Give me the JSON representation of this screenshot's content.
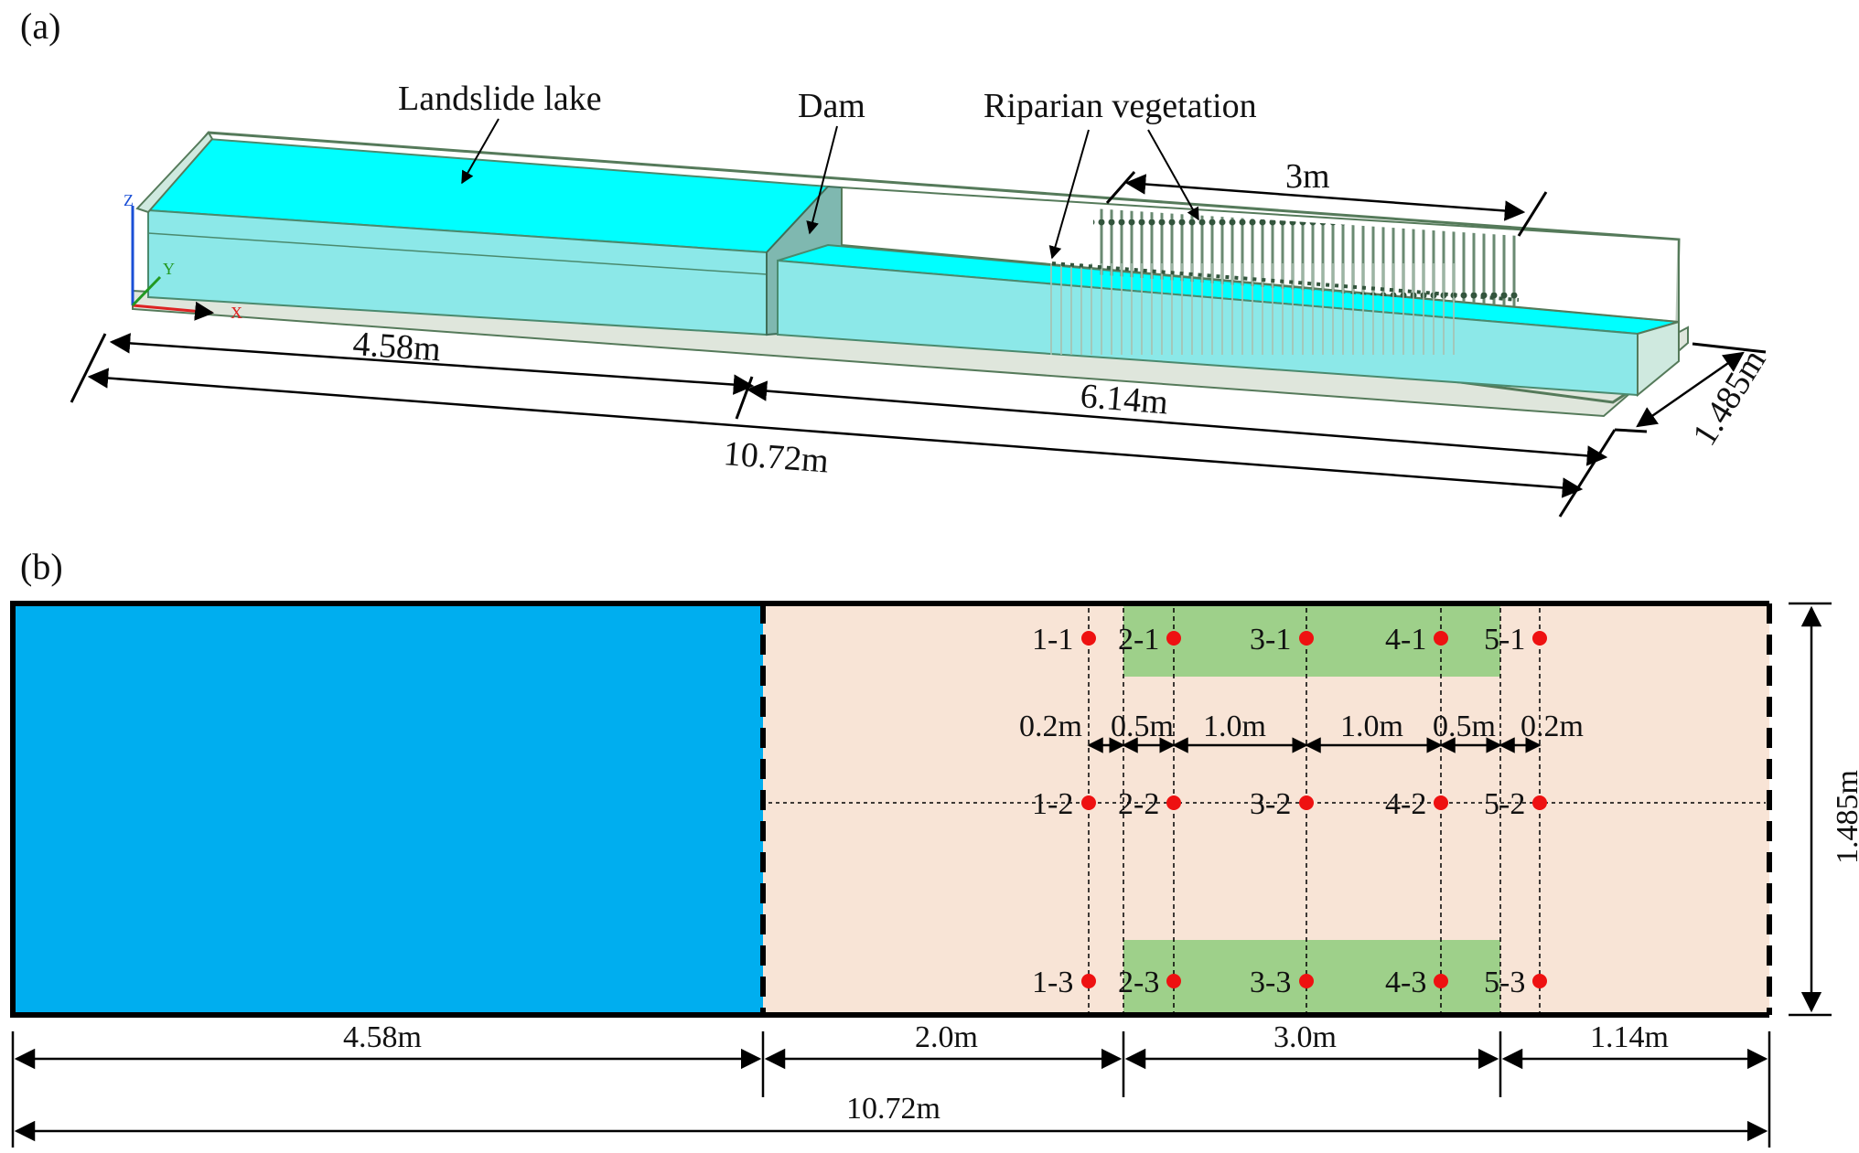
{
  "panel_a": {
    "tag": "(a)",
    "labels": {
      "lake": "Landslide lake",
      "dam": "Dam",
      "vegetation": "Riparian vegetation",
      "veg_length": "3m"
    },
    "dimensions": {
      "lake_length": "4.58m",
      "downstream_length": "6.14m",
      "total_length": "10.72m",
      "width": "1.485m"
    },
    "axes": {
      "x": "X",
      "y": "Y",
      "z": "Z"
    }
  },
  "panel_b": {
    "tag": "(b)",
    "points": [
      {
        "id": "1-1"
      },
      {
        "id": "2-1"
      },
      {
        "id": "3-1"
      },
      {
        "id": "4-1"
      },
      {
        "id": "5-1"
      },
      {
        "id": "1-2"
      },
      {
        "id": "2-2"
      },
      {
        "id": "3-2"
      },
      {
        "id": "4-2"
      },
      {
        "id": "5-2"
      },
      {
        "id": "1-3"
      },
      {
        "id": "2-3"
      },
      {
        "id": "3-3"
      },
      {
        "id": "4-3"
      },
      {
        "id": "5-3"
      }
    ],
    "spacings": [
      "0.2m",
      "0.5m",
      "1.0m",
      "1.0m",
      "0.5m",
      "0.2m"
    ],
    "bottom_dims": [
      "4.58m",
      "2.0m",
      "3.0m",
      "1.14m"
    ],
    "total_length": "10.72m",
    "width": "1.485m"
  },
  "colors": {
    "lake_blue": "#00aeef",
    "downstream_bg": "#f8e4d6",
    "vegetation_green": "#9ed08a",
    "point_red": "#ee1111",
    "water_cyan": "#00ffff"
  }
}
